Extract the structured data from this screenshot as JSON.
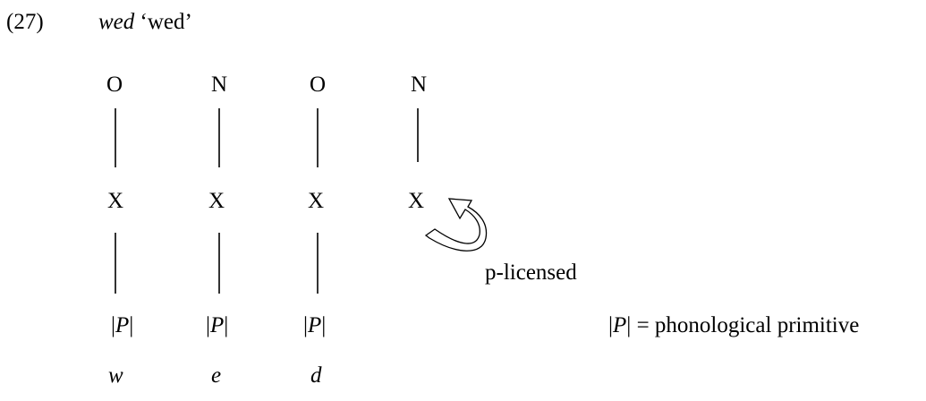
{
  "example": {
    "number": "(27)",
    "word": "wed",
    "gloss": "‘wed’"
  },
  "columns": [
    {
      "node": "O",
      "slot": "X",
      "primitive_bar_left": "|",
      "primitive_var": "P",
      "primitive_bar_right": "|",
      "segment": "w"
    },
    {
      "node": "N",
      "slot": "X",
      "primitive_bar_left": "|",
      "primitive_var": "P",
      "primitive_bar_right": "|",
      "segment": "e"
    },
    {
      "node": "O",
      "slot": "X",
      "primitive_bar_left": "|",
      "primitive_var": "P",
      "primitive_bar_right": "|",
      "segment": "d"
    },
    {
      "node": "N",
      "slot": "X"
    }
  ],
  "annotation": "p-licensed",
  "legend": {
    "bar_left": "|",
    "var": "P",
    "bar_right": "|",
    "text": " = phonological primitive"
  }
}
